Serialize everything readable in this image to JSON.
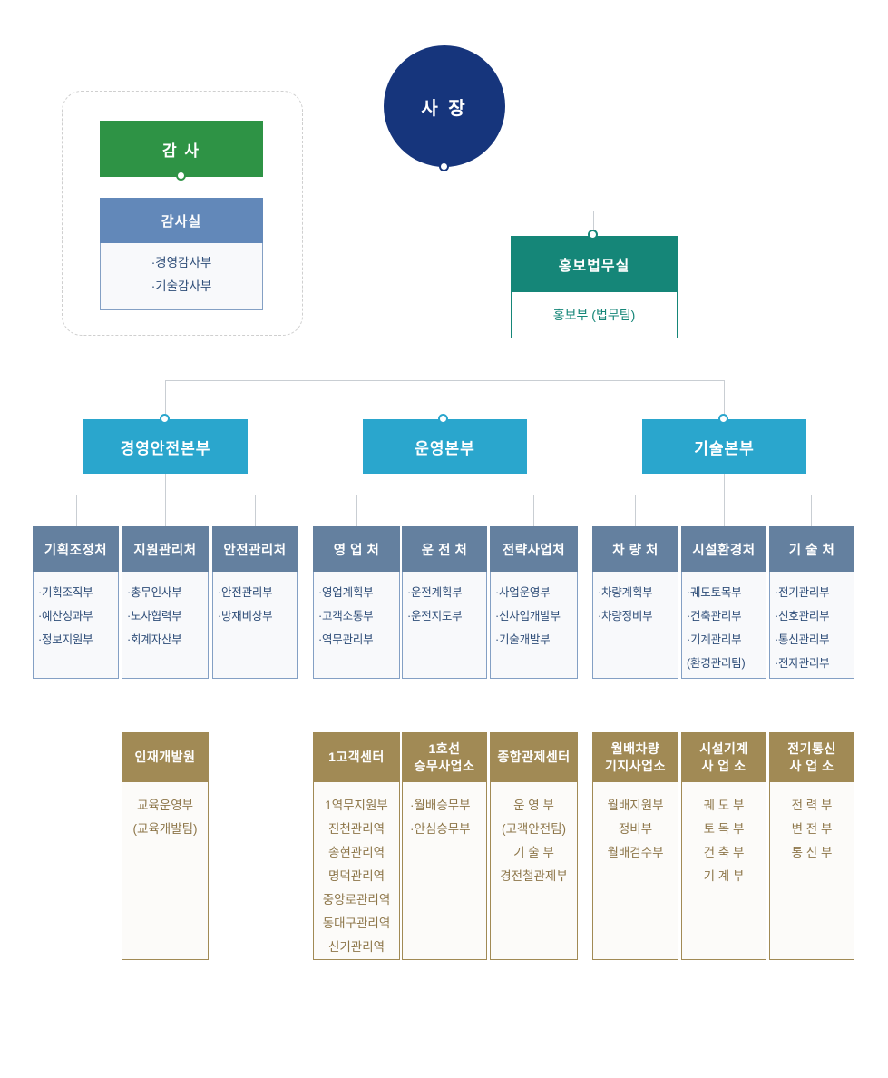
{
  "colors": {
    "ceo_navy": "#16357c",
    "audit_green": "#2e9345",
    "pr_teal": "#158678",
    "division_cyan": "#2aa6cd",
    "dept_header_slate": "#64809f",
    "audit_office_blue": "#6288b9",
    "dept_text_blue": "#2e4d78",
    "unit_gold": "#a18a55",
    "unit_text_brown": "#8d7649",
    "connector_gray": "#c9ced3"
  },
  "ceo": {
    "label": "사 장"
  },
  "audit": {
    "title": "감 사",
    "office": {
      "title": "감사실",
      "items": [
        "·경영감사부",
        "·기술감사부"
      ]
    }
  },
  "pr": {
    "title": "홍보법무실",
    "items": [
      "홍보부 (법무팀)"
    ]
  },
  "divisions": [
    {
      "title": "경영안전본부",
      "depts": [
        {
          "title": "기획조정처",
          "items": [
            "·기획조직부",
            "·예산성과부",
            "·정보지원부"
          ]
        },
        {
          "title": "지원관리처",
          "items": [
            "·총무인사부",
            "·노사협력부",
            "·회계자산부"
          ]
        },
        {
          "title": "안전관리처",
          "items": [
            "·안전관리부",
            "·방재비상부"
          ]
        }
      ]
    },
    {
      "title": "운영본부",
      "depts": [
        {
          "title": "영 업 처",
          "items": [
            "·영업계획부",
            "·고객소통부",
            "·역무관리부"
          ]
        },
        {
          "title": "운 전 처",
          "items": [
            "·운전계획부",
            "·운전지도부"
          ]
        },
        {
          "title": "전략사업처",
          "items": [
            "·사업운영부",
            "·신사업개발부",
            "·기술개발부"
          ]
        }
      ]
    },
    {
      "title": "기술본부",
      "depts": [
        {
          "title": "차 량 처",
          "items": [
            "·차량계획부",
            "·차량정비부"
          ]
        },
        {
          "title": "시설환경처",
          "items": [
            "·궤도토목부",
            "·건축관리부",
            "·기계관리부",
            "(환경관리팀)"
          ]
        },
        {
          "title": "기 술 처",
          "items": [
            "·전기관리부",
            "·신호관리부",
            "·통신관리부",
            "·전자관리부"
          ]
        }
      ]
    }
  ],
  "units": [
    {
      "title_lines": [
        "인재개발원"
      ],
      "items": [
        "교육운영부",
        "(교육개발팀)"
      ]
    },
    {
      "title_lines": [
        "1고객센터"
      ],
      "items": [
        "1역무지원부",
        "진천관리역",
        "송현관리역",
        "명덕관리역",
        "중앙로관리역",
        "동대구관리역",
        "신기관리역"
      ]
    },
    {
      "title_lines": [
        "1호선",
        "승무사업소"
      ],
      "items": [
        "·월배승무부",
        "·안심승무부"
      ]
    },
    {
      "title_lines": [
        "종합관제센터"
      ],
      "items": [
        "운 영 부",
        "(고객안전팀)",
        "기 술 부",
        "경전철관제부"
      ]
    },
    {
      "title_lines": [
        "월배차량",
        "기지사업소"
      ],
      "items": [
        "월배지원부",
        "정비부",
        "월배검수부"
      ]
    },
    {
      "title_lines": [
        "시설기계",
        "사 업 소"
      ],
      "items": [
        "궤 도 부",
        "토 목 부",
        "건 축 부",
        "기 계 부"
      ]
    },
    {
      "title_lines": [
        "전기통신",
        "사 업 소"
      ],
      "items": [
        "전 력 부",
        "변 전 부",
        "통 신 부"
      ]
    }
  ]
}
